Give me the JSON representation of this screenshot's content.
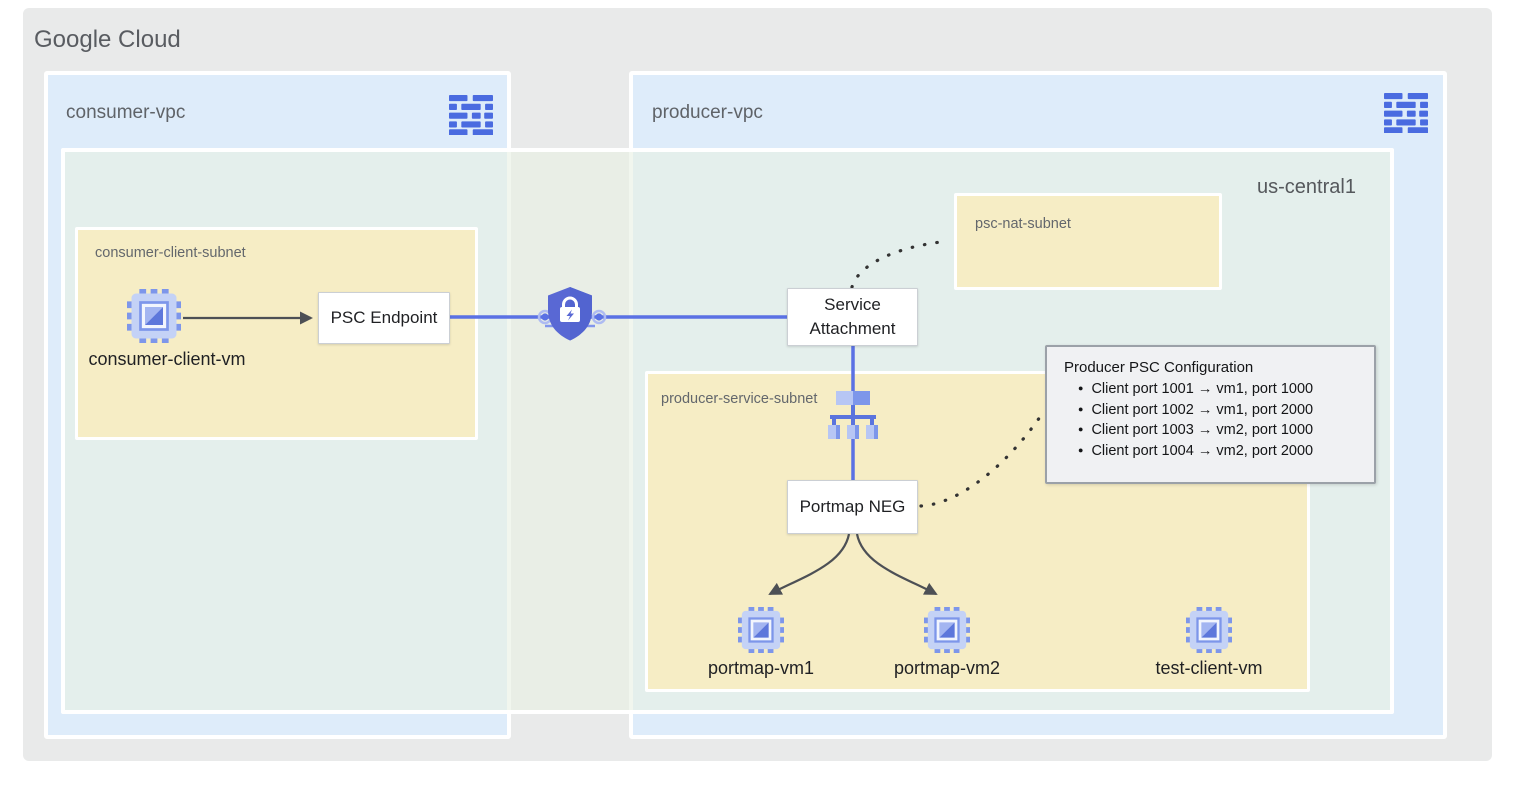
{
  "header": {
    "title": "Google Cloud"
  },
  "consumer_vpc": {
    "label": "consumer-vpc",
    "icon": "vpc-network-icon"
  },
  "producer_vpc": {
    "label": "producer-vpc",
    "icon": "vpc-network-icon"
  },
  "region": {
    "label": "us-central1"
  },
  "subnets": {
    "consumer_client": {
      "label": "consumer-client-subnet"
    },
    "psc_nat": {
      "label": "psc-nat-subnet"
    },
    "producer_service": {
      "label": "producer-service-subnet"
    }
  },
  "nodes": {
    "consumer_client_vm": {
      "label": "consumer-client-vm",
      "icon": "compute-engine-icon"
    },
    "psc_endpoint": {
      "label": "PSC Endpoint"
    },
    "psc_connection": {
      "icon": "psc-security-shield-icon"
    },
    "service_attachment": {
      "label": "Service Attachment"
    },
    "load_balancer": {
      "icon": "load-balancer-icon"
    },
    "portmap_neg": {
      "label": "Portmap NEG"
    },
    "portmap_vm1": {
      "label": "portmap-vm1",
      "icon": "compute-engine-icon"
    },
    "portmap_vm2": {
      "label": "portmap-vm2",
      "icon": "compute-engine-icon"
    },
    "test_client_vm": {
      "label": "test-client-vm",
      "icon": "compute-engine-icon"
    }
  },
  "callout": {
    "title": "Producer PSC Configuration",
    "items": [
      "Client port 1001 → vm1, port 1000",
      "Client port 1002 → vm1, port 2000",
      "Client port 1003 → vm2, port 1000",
      "Client port 1004 → vm2, port 2000"
    ]
  },
  "colors": {
    "canvas_bg": "#E9EAEA",
    "vpc_fill": "#DEECFA",
    "region_fill": "#E9F0E4",
    "subnet_fill": "#F6EDC5",
    "connector_blue": "#5A71E4",
    "connector_dark": "#4D5055",
    "icon_blue": "#4A6BE0",
    "callout_fill": "#F0F1F3"
  }
}
